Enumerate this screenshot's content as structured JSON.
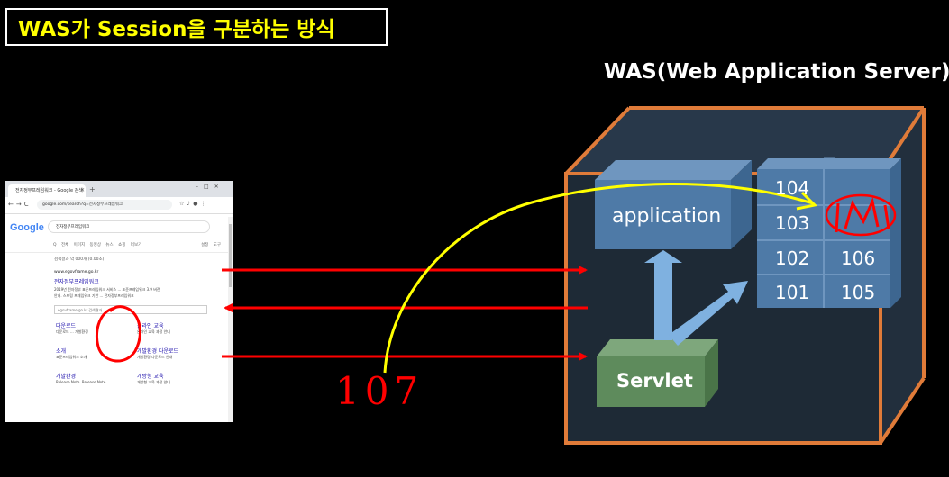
{
  "title": "WAS가 Session을 구분하는 방식",
  "was_label": "WAS(Web Application Server)",
  "application_label": "application",
  "servlet_label": "Servlet",
  "sessions": [
    "104",
    "103",
    "102",
    "101",
    "106",
    "105"
  ],
  "handwritten_number": "107",
  "colors": {
    "title_text": "#ffff00",
    "was_border": "#e07b39",
    "application_box": "#4e7aa7",
    "session_box": "#4e7aa7",
    "servlet_box": "#5e8b5c",
    "arrow_red": "#ff0000",
    "curve_yellow": "#ffff00",
    "arrow_blue": "#7fb1e0"
  },
  "browser": {
    "tab_title": "전자정부프레임워크 - Google 검색",
    "address": "google.com/search?q=전자정부프레임워크",
    "search_query": "전자정부프레임워크",
    "search_tabs": "Q 전체  이미지  동영상  뉴스  쇼핑  더보기",
    "search_tools": "설정  도구",
    "result_stats": "검색결과 약 000개 (0.00초)",
    "result_site": "www.egovframe.go.kr",
    "result_title": "전자정부프레임워크",
    "result_desc_1": "2019년 전자정부 표준프레임워크 서비스 ... 표준프레임워크 3.9 버전",
    "result_desc_2": "안내. 스프링 프레임워크 기반 ... 전자정부프레임워크",
    "site_search_placeholder": "egovframe.go.kr 검색결과",
    "sublinks": [
      {
        "title": "다운로드",
        "desc": "다운로드 ... 개발환경"
      },
      {
        "title": "온라인 교육",
        "desc": "온라인 교육 과정 안내"
      },
      {
        "title": "소개",
        "desc": "표준프레임워크 소개"
      },
      {
        "title": "개발환경 다운로드",
        "desc": "개발환경 다운로드 안내"
      },
      {
        "title": "개발환경",
        "desc": "Release Note. Release Note."
      },
      {
        "title": "개방형 교육",
        "desc": "개방형 교육 과정 안내"
      }
    ]
  }
}
